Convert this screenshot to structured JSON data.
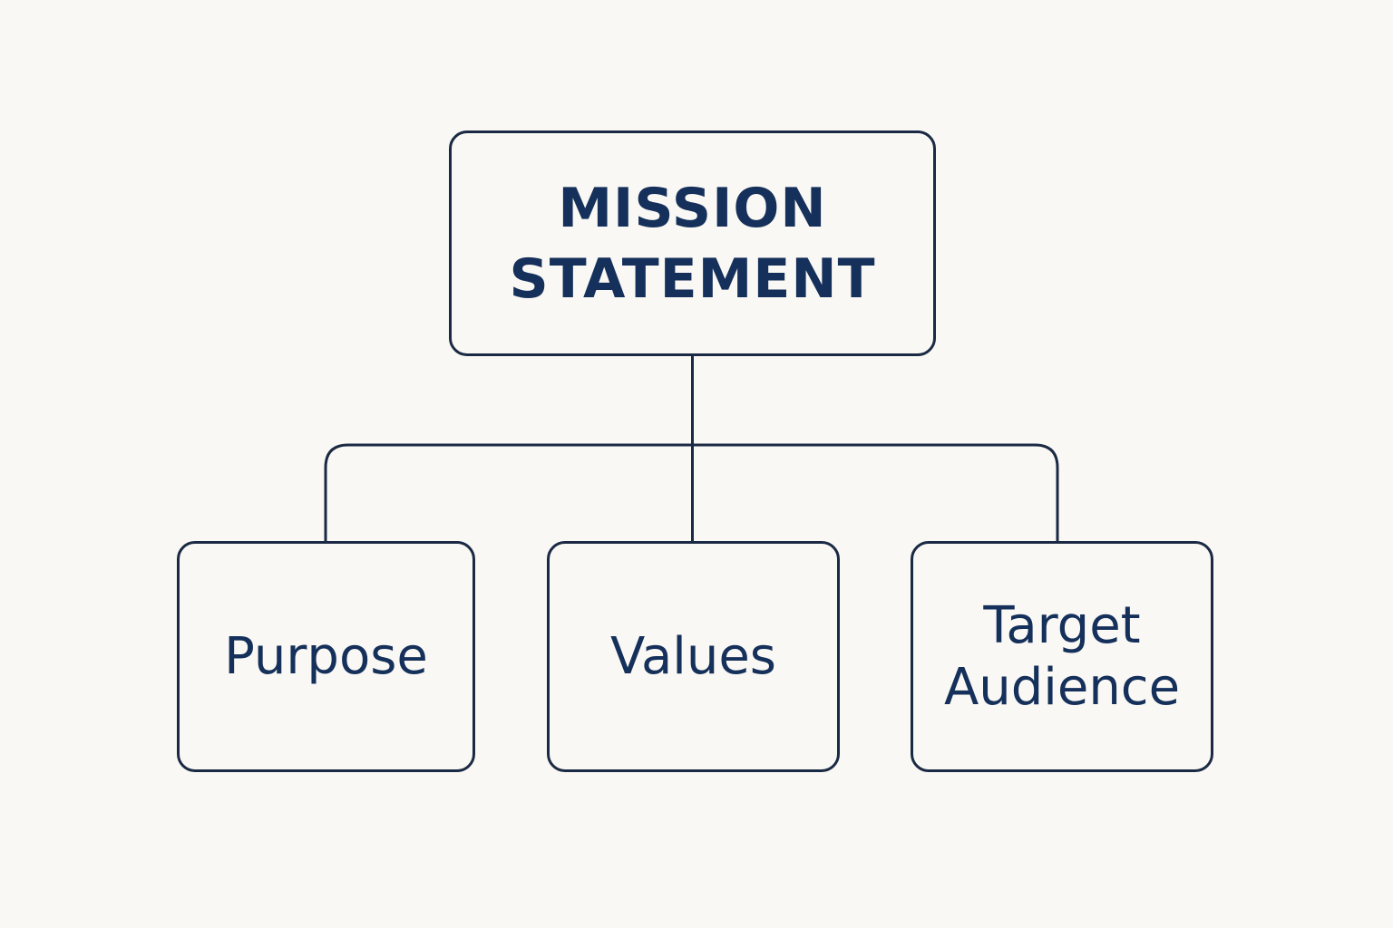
{
  "diagram": {
    "root": {
      "line1": "MISSION",
      "line2": "STATEMENT"
    },
    "children": {
      "purpose": {
        "label": "Purpose"
      },
      "values": {
        "label": "Values"
      },
      "audience": {
        "line1": "Target",
        "line2": "Audience"
      }
    }
  },
  "colors": {
    "background": "#faf8f4",
    "stroke": "#1b2a44",
    "text": "#15305a"
  }
}
